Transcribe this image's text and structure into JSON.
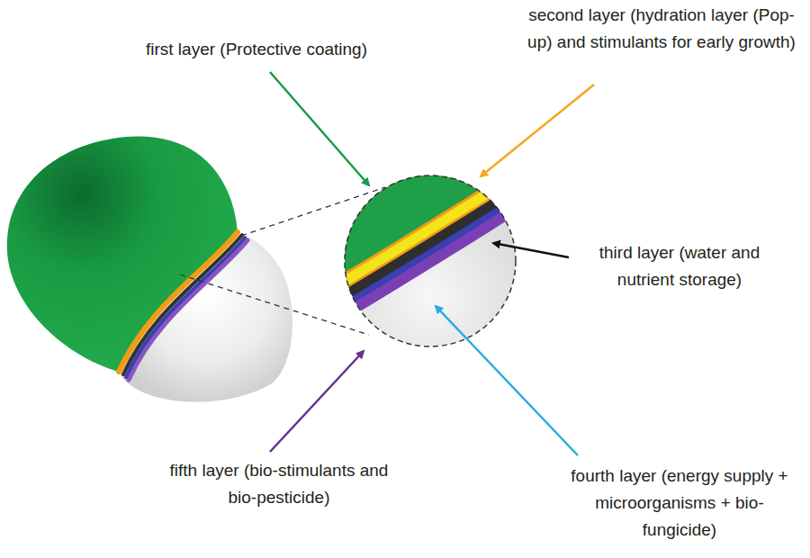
{
  "diagram": {
    "labels": [
      "first layer (Protective coating)",
      "second layer (hydration layer (Pop-up) and stimulants for early growth)",
      "third layer (water and nutrient storage)",
      "fourth layer (energy supply + microorganisms + bio-fungicide)",
      "fifth layer (bio-stimulants and bio-pesticide)"
    ]
  }
}
